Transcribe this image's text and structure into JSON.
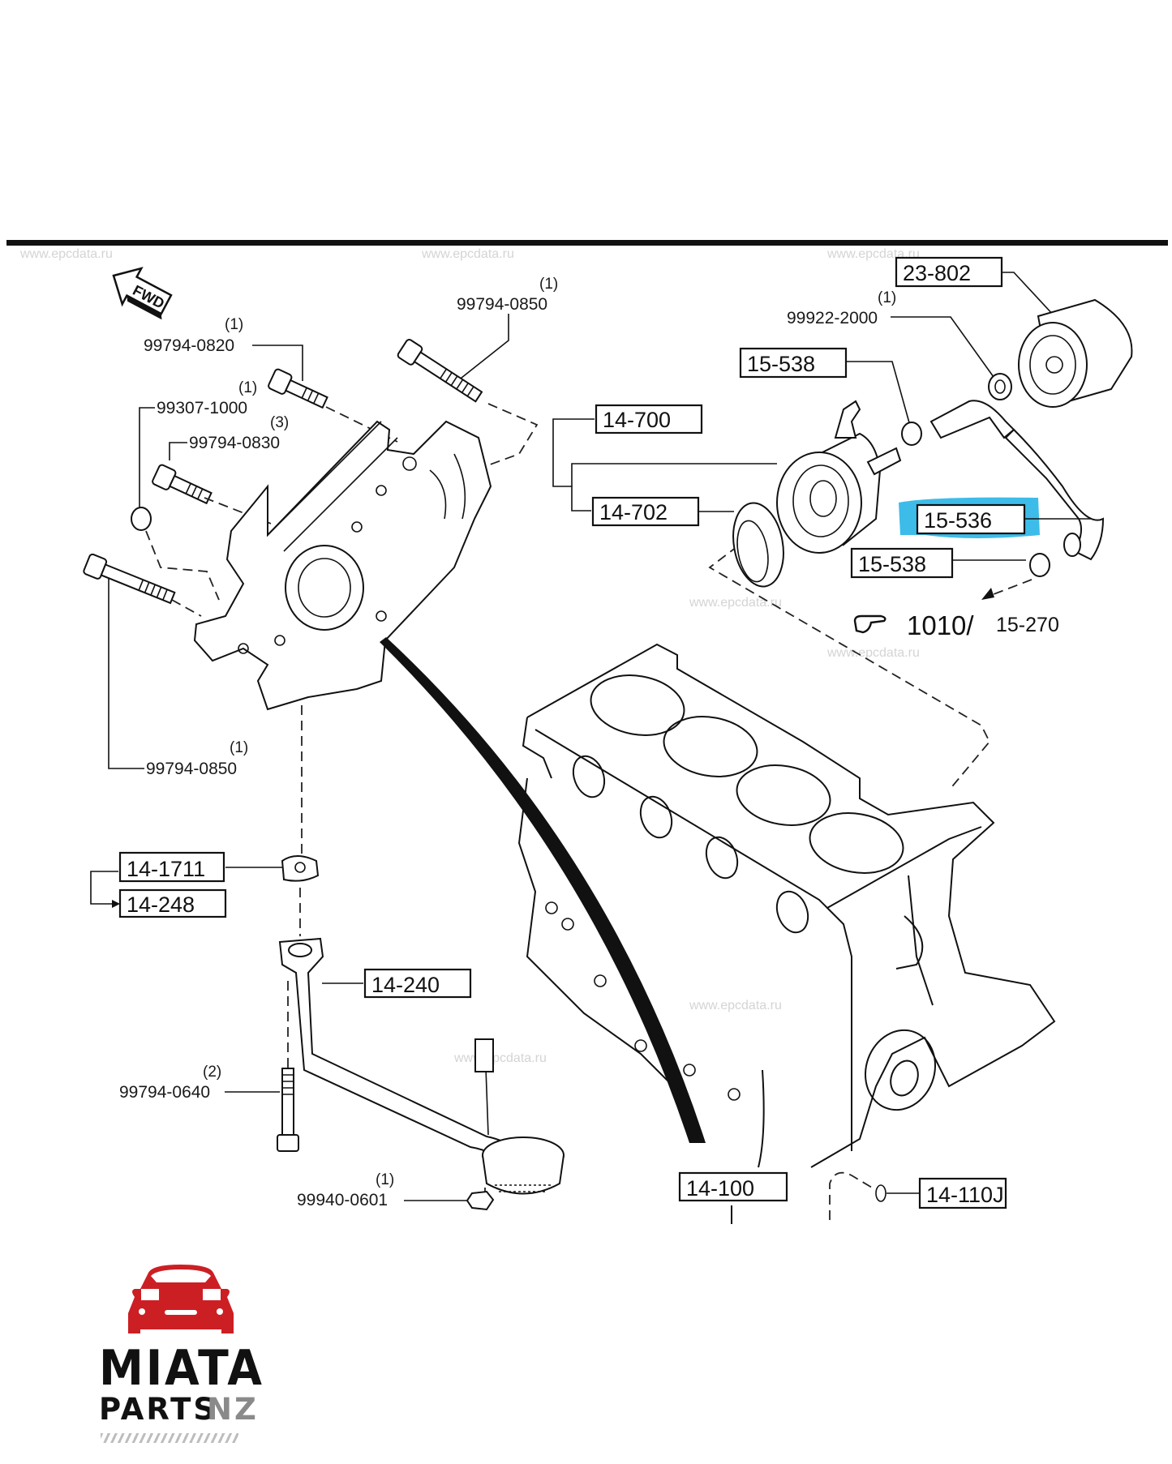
{
  "watermark": "www.epcdata.ru",
  "direction_indicator": "FWD",
  "part_callouts": [
    {
      "id": "bolt-top-right",
      "number": "99794-0850",
      "qty": "(1)"
    },
    {
      "id": "bolt-upper",
      "number": "99794-0820",
      "qty": "(1)"
    },
    {
      "id": "dowel",
      "number": "99307-1000",
      "qty": "(1)"
    },
    {
      "id": "bolt-mid",
      "number": "99794-0830",
      "qty": "(3)"
    },
    {
      "id": "bolt-lower",
      "number": "99794-0850",
      "qty": "(1)"
    },
    {
      "id": "strainer-bolt",
      "number": "99794-0640",
      "qty": "(2)"
    },
    {
      "id": "strainer-nut",
      "number": "99940-0601",
      "qty": "(1)"
    },
    {
      "id": "filter-nut",
      "number": "99922-2000",
      "qty": "(1)"
    }
  ],
  "boxed_parts": {
    "oil_filter": "23-802",
    "clamp_upper": "15-538",
    "oil_cooler_assy": "14-700",
    "oil_cooler_seal": "14-702",
    "cooler_hose": "15-536",
    "clamp_lower": "15-538",
    "gasket": "14-1711",
    "gasket_set": "14-248",
    "oil_strainer": "14-240",
    "cylinder_block": "14-100",
    "plug": "14-110J"
  },
  "highlighted_part": "15-536",
  "highlight_color": "#33b8e8",
  "reference": {
    "group": "1010/",
    "part": "15-270",
    "icon": "pointing-hand-icon"
  },
  "logo": {
    "line1": "MIATA",
    "line2_main": "PARTS",
    "line2_accent": "NZ",
    "brand_color": "#cc1f24",
    "accent_color": "#8a8a8a"
  }
}
